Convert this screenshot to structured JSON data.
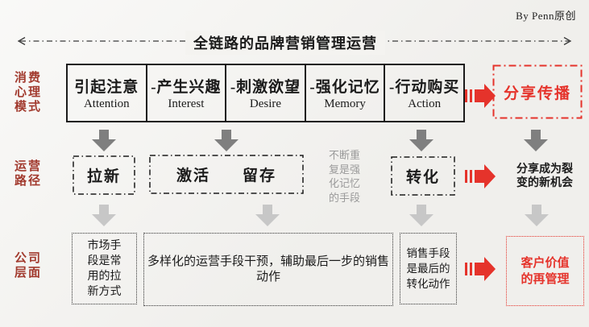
{
  "byline": "By Penn原创",
  "title": "全链路的品牌营销管理运营",
  "side_labels": {
    "consumer_psychology": "消费\n心理\n模式",
    "operation_path": "运营\n路径",
    "company_level": "公司\n层面"
  },
  "aidma": {
    "cells": [
      {
        "zh": "引起注意",
        "en": "Attention"
      },
      {
        "zh": "-产生兴趣",
        "en": "Interest"
      },
      {
        "zh": "-刺激欲望",
        "en": "Desire"
      },
      {
        "zh": "-强化记忆",
        "en": "Memory"
      },
      {
        "zh": "-行动购买",
        "en": "Action"
      }
    ],
    "share_box": "分享传播"
  },
  "operations": {
    "pull_new": "拉新",
    "activate": "激活",
    "retain": "留存",
    "repeat_note": "不断重\n复是强\n化记忆\n的手段",
    "convert": "转化",
    "fission_note": "分享成为裂\n变的新机会"
  },
  "company": {
    "market_note": "市场手\n段是常\n用的拉\n新方式",
    "operation_note": "多样化的运营手段干预，辅助最后一步的销售动作",
    "sales_note": "销售手段\n是最后的\n转化动作",
    "customer_value": "客户价值\n的再管理"
  },
  "colors": {
    "accent_red": "#E5332B",
    "label_red": "#A23B2F",
    "ink": "#1B1B1B",
    "arrow_dark_gray": "#7F7F7F",
    "arrow_light_gray": "#C7C7C7",
    "note_gray": "#9A9A9A",
    "paper": "#F4F3F0"
  }
}
